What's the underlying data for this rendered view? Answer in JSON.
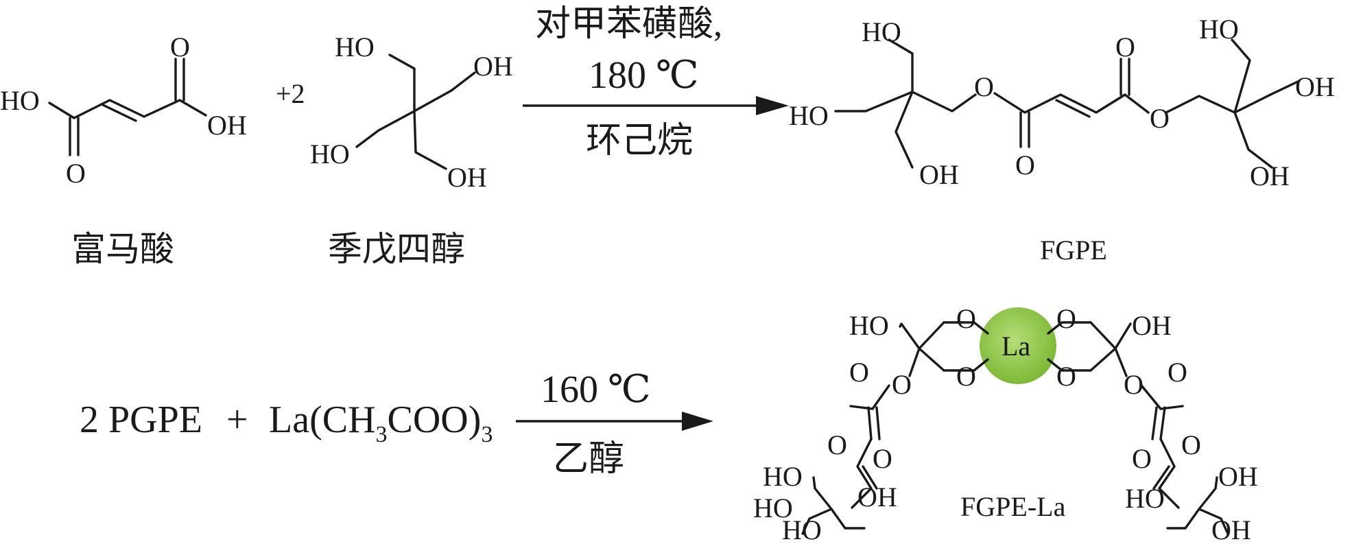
{
  "reaction1": {
    "reactant1": {
      "name": "富马酸",
      "atoms": {
        "ho": "HO",
        "oh": "OH",
        "o_top": "O",
        "o_bottom": "O"
      }
    },
    "coefficient": "+2",
    "reactant2": {
      "name": "季戊四醇",
      "atoms": {
        "ho_top": "HO",
        "oh_top": "OH",
        "ho_bottom": "HO",
        "oh_bottom": "OH"
      }
    },
    "conditions": {
      "catalyst": "对甲苯磺酸,",
      "temperature": "180 ℃",
      "solvent": "环己烷"
    },
    "product": {
      "name": "FGPE",
      "atoms": {
        "ho_left_top": "HO",
        "ho_left": "HO",
        "oh_left_bottom": "OH",
        "o_ester_left": "O",
        "o_carbonyl_left": "O",
        "o_carbonyl_right": "O",
        "o_ester_right": "O",
        "ho_right_top": "HO",
        "oh_right": "OH",
        "oh_right_bottom": "OH"
      }
    }
  },
  "reaction2": {
    "reactant1": "2 PGPE",
    "plus": "+",
    "reactant2": {
      "main": "La(CH",
      "sub1": "3",
      "mid": "COO)",
      "sub2": "3"
    },
    "conditions": {
      "temperature": "160 ℃",
      "solvent": "乙醇"
    },
    "product": {
      "name": "FGPE-La",
      "metal": "La",
      "metal_color": "#8cc43e",
      "atoms": {
        "ho_top_left": "HO",
        "oh_top_right": "OH",
        "o_ring_1": "O",
        "o_ring_2": "O",
        "o_ring_3": "O",
        "o_ring_4": "O",
        "o_carbonyl_left": "O",
        "o_ester_left_1": "O",
        "o_ester_left_2": "O",
        "o_carbonyl_left_2": "O",
        "o_carbonyl_right": "O",
        "o_ester_right_1": "O",
        "o_ester_right_2": "O",
        "o_carbonyl_right_2": "O",
        "ho_bl_1": "HO",
        "oh_bl": "OH",
        "ho_bl_2": "HO",
        "ho_bl_3": "HO",
        "oh_br_1": "OH",
        "ho_br": "HO",
        "oh_br_2": "OH"
      }
    }
  }
}
